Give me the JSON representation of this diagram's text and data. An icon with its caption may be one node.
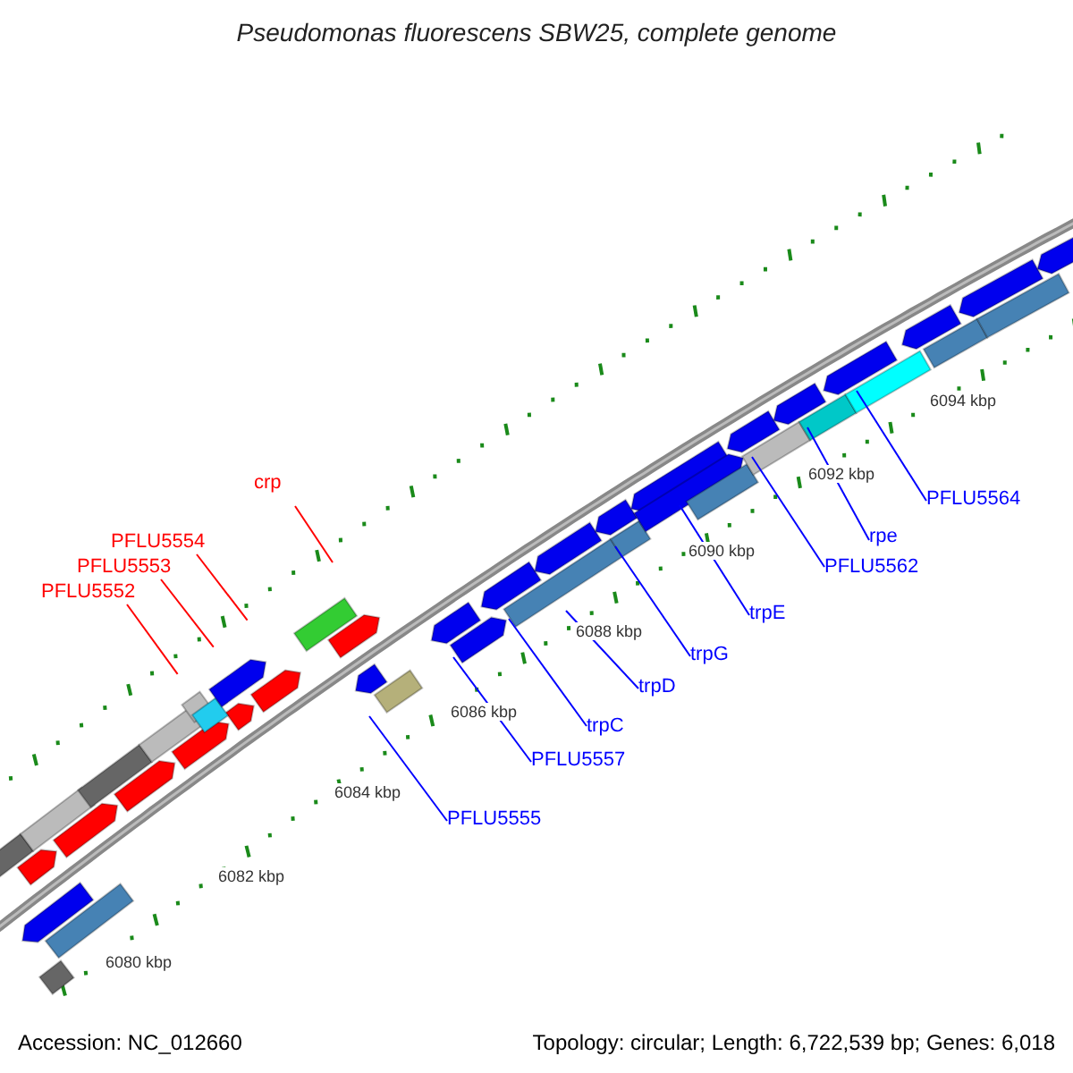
{
  "diagram": {
    "title": "Pseudomonas fluorescens SBW25, complete genome",
    "nodes": [
      {
        "text": [
          "crp"
        ]
      },
      {
        "text": [
          "PFLU5554"
        ]
      },
      {
        "text": [
          "PFLU5553"
        ]
      },
      {
        "text": [
          "PFLU5552"
        ]
      },
      {
        "text": [
          "PFLU5564"
        ]
      },
      {
        "text": [
          "rpe"
        ]
      },
      {
        "text": [
          "PFLU5562"
        ]
      },
      {
        "text": [
          "trpE"
        ]
      },
      {
        "text": [
          "trpG"
        ]
      },
      {
        "text": [
          "trpD"
        ]
      },
      {
        "text": [
          "trpC"
        ]
      },
      {
        "text": [
          "PFLU5557"
        ]
      },
      {
        "text": [
          "PFLU5555"
        ]
      }
    ],
    "edges": [
      {
        "from": 0,
        "to": null,
        "arrow": "none",
        "color": "#ff0000"
      },
      {
        "from": 1,
        "to": null,
        "arrow": "none",
        "color": "#ff0000"
      },
      {
        "from": 2,
        "to": null,
        "arrow": "none",
        "color": "#ff0000"
      },
      {
        "from": 3,
        "to": null,
        "arrow": "none",
        "color": "#ff0000"
      },
      {
        "from": 4,
        "to": null,
        "arrow": "none"
      },
      {
        "from": 5,
        "to": null,
        "arrow": "none"
      },
      {
        "from": 6,
        "to": null,
        "arrow": "none"
      },
      {
        "from": 7,
        "to": null,
        "arrow": "none"
      },
      {
        "from": 8,
        "to": null,
        "arrow": "none"
      },
      {
        "from": 9,
        "to": null,
        "arrow": "none"
      },
      {
        "from": 10,
        "to": null,
        "arrow": "none"
      },
      {
        "from": 11,
        "to": null,
        "arrow": "none"
      },
      {
        "from": 12,
        "to": null,
        "arrow": "none"
      }
    ],
    "labels": [
      "6094 kbp",
      "6092 kbp",
      "6090 kbp",
      "6088 kbp",
      "6086 kbp",
      "6084 kbp",
      "6082 kbp",
      "6080 kbp",
      "Accession: NC_012660",
      "Topology: circular; Length: 6,722,539 bp; Genes: 6,018"
    ]
  }
}
